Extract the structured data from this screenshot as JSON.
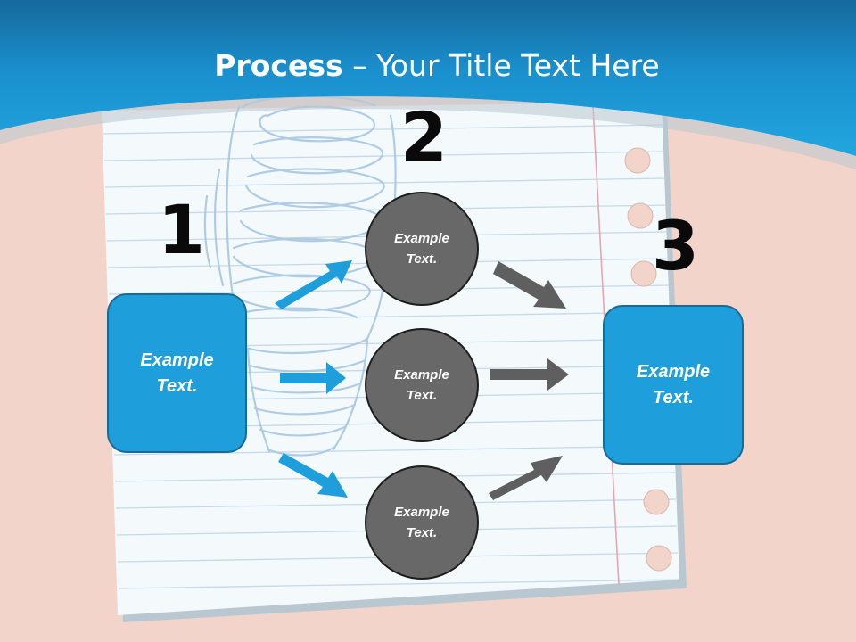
{
  "slide": {
    "title_bold": "Process",
    "title_sep": " – ",
    "title_rest": "Your Title Text Here"
  },
  "steps": {
    "step1_number": "1",
    "step2_number": "2",
    "step3_number": "3"
  },
  "left_box": {
    "line1": "Example",
    "line2": "Text."
  },
  "circles": [
    {
      "line1": "Example",
      "line2": "Text."
    },
    {
      "line1": "Example",
      "line2": "Text."
    },
    {
      "line1": "Example",
      "line2": "Text."
    }
  ],
  "right_box": {
    "line1": "Example",
    "line2": "Text."
  },
  "colors": {
    "header_blue": "#1e9fdb",
    "background_pink": "#f2d4ca",
    "box_blue": "#1e9fdb",
    "circle_gray": "#686868",
    "arrow_blue": "#1e9fdb",
    "arrow_gray": "#5f5f5f"
  },
  "icons": [
    "notebook-paper-icon",
    "lightbulb-sketch-icon",
    "arrow-icon"
  ]
}
